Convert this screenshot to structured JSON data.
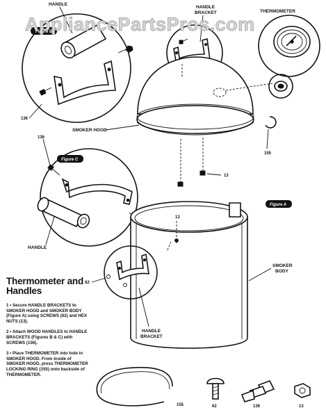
{
  "watermark": "AppliancePartsPros.com",
  "title": "Thermometer and Handles",
  "steps": [
    "1 • Secure HANDLE BRACKETS to SMOKER HOOD and SMOKER BODY (Figure A) using SCREWS (62) and HEX NUTS (13).",
    "2 • Attach WOOD HANDLES to HANDLE BRACKETS (Figures B & C) with SCREWS (136).",
    "3 • Place THERMOMETER into hole in SMOKER HOOD. From inside of SMOKER HOOD, press THERMOMETER LOCKING RING (155) onto backside of THERMOMETER."
  ],
  "labels": {
    "handle_top": "HANDLE",
    "handle_bracket_top_1": "HANDLE",
    "handle_bracket_top_2": "BRACKET",
    "thermometer": "THERMOMETER",
    "smoker_hood": "SMOKER HOOD",
    "handle_mid": "HANDLE",
    "smoker_body_1": "SMOKER",
    "smoker_body_2": "BODY",
    "handle_bracket_bottom_1": "HANDLE",
    "handle_bracket_bottom_2": "BRACKET"
  },
  "figures": {
    "b": "Figure B",
    "c": "Figure C",
    "a": "Figure A"
  },
  "callouts": {
    "screw_136_top": "136",
    "screw_136_mid": "136",
    "ring_155": "155",
    "nut_13_hood": "13",
    "nut_13_body": "13",
    "screw_62_body": "62",
    "part_155": "155",
    "part_62": "62",
    "part_136": "136",
    "part_13": "13"
  }
}
